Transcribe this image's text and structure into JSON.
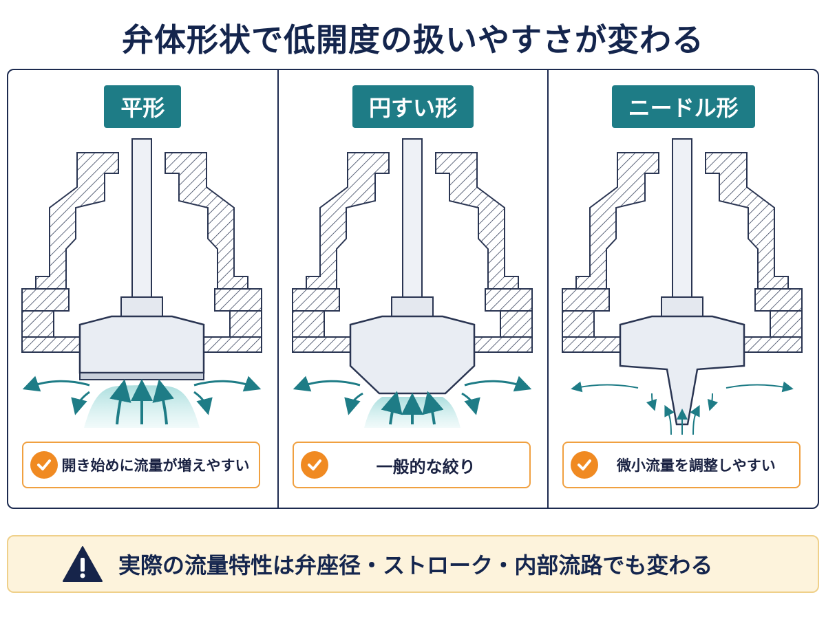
{
  "title": "弁体形状で低開度の扱いやすさが変わる",
  "panels": [
    {
      "name": "平形",
      "caption": "開き始めに流量が増えやすい"
    },
    {
      "name": "円すい形",
      "caption": "一般的な絞り"
    },
    {
      "name": "ニードル形",
      "caption": "微小流量を調整しやすい"
    }
  ],
  "note": "実際の流量特性は弁座径・ストローク・内部流路でも変わる",
  "icons": {
    "check": "check-circle-icon",
    "warning": "warning-triangle-icon"
  },
  "colors": {
    "teal": "#1e7c86",
    "navy": "#16244a",
    "orange": "#f08a22",
    "note_bg": "#fdf3dc"
  }
}
